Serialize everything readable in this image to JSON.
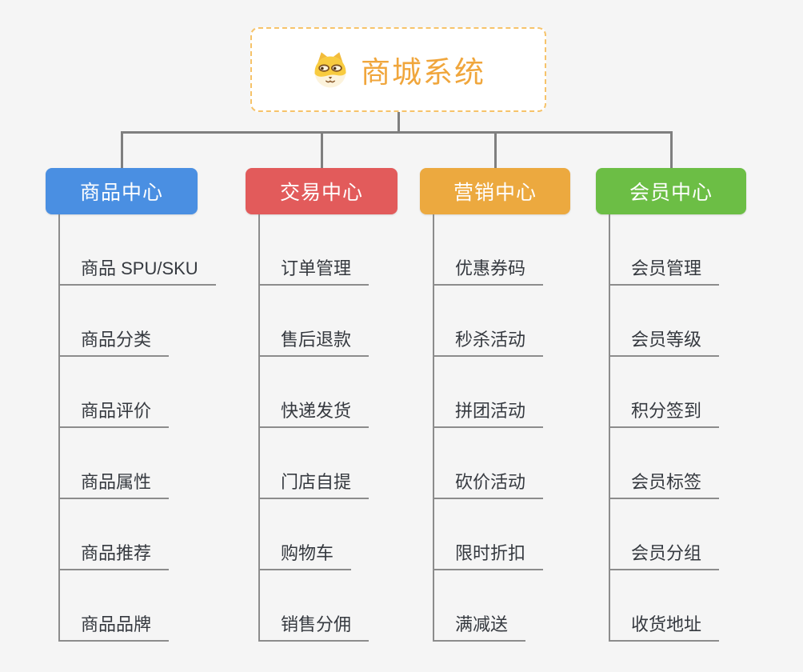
{
  "page": {
    "background": "#f5f5f5",
    "connector_color": "#7f7f7f",
    "underline_color": "#8c8c8c",
    "leaf_text_color": "#35393f"
  },
  "root": {
    "title": "商城系统",
    "icon": "dog-face-icon",
    "text_color": "#f0a63c",
    "border_color": "#f6c36a",
    "background": "#ffffff"
  },
  "branches": [
    {
      "label": "商品中心",
      "color": "#4a8fe2",
      "items": [
        "商品 SPU/SKU",
        "商品分类",
        "商品评价",
        "商品属性",
        "商品推荐",
        "商品品牌"
      ]
    },
    {
      "label": "交易中心",
      "color": "#e25b5b",
      "items": [
        "订单管理",
        "售后退款",
        "快递发货",
        "门店自提",
        "购物车",
        "销售分佣"
      ]
    },
    {
      "label": "营销中心",
      "color": "#eca93f",
      "items": [
        "优惠券码",
        "秒杀活动",
        "拼团活动",
        "砍价活动",
        "限时折扣",
        "满减送"
      ]
    },
    {
      "label": "会员中心",
      "color": "#6cbe45",
      "items": [
        "会员管理",
        "会员等级",
        "积分签到",
        "会员标签",
        "会员分组",
        "收货地址"
      ]
    }
  ]
}
